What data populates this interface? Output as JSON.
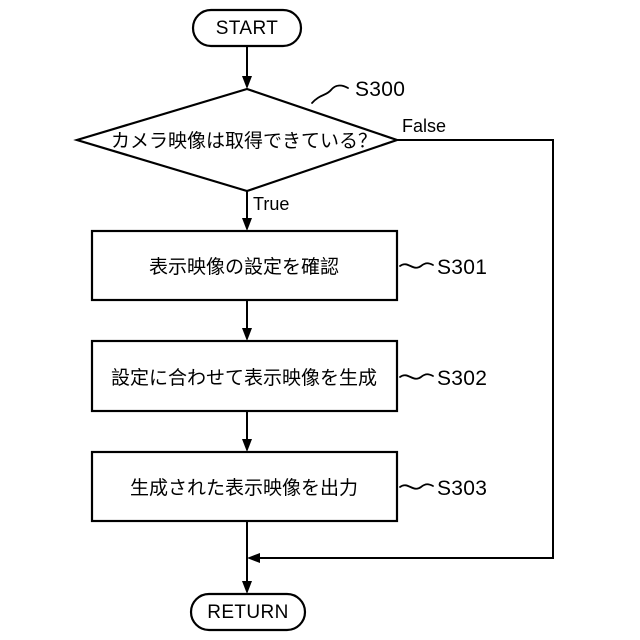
{
  "diagram": {
    "type": "flowchart",
    "title": "",
    "background_color": "#ffffff",
    "line_color": "#000000",
    "text_color": "#000000",
    "nodes": {
      "start": {
        "label": "START",
        "shape": "stadium"
      },
      "decision": {
        "label": "カメラ映像は取得できている？",
        "shape": "diamond",
        "step_id": "S300"
      },
      "process1": {
        "label": "表示映像の設定を確認",
        "shape": "rectangle",
        "step_id": "S301"
      },
      "process2": {
        "label": "設定に合わせて表示映像を生成",
        "shape": "rectangle",
        "step_id": "S302"
      },
      "process3": {
        "label": "生成された表示映像を出力",
        "shape": "rectangle",
        "step_id": "S303"
      },
      "return": {
        "label": "RETURN",
        "shape": "stadium"
      }
    },
    "branches": {
      "true_label": "True",
      "false_label": "False"
    }
  }
}
